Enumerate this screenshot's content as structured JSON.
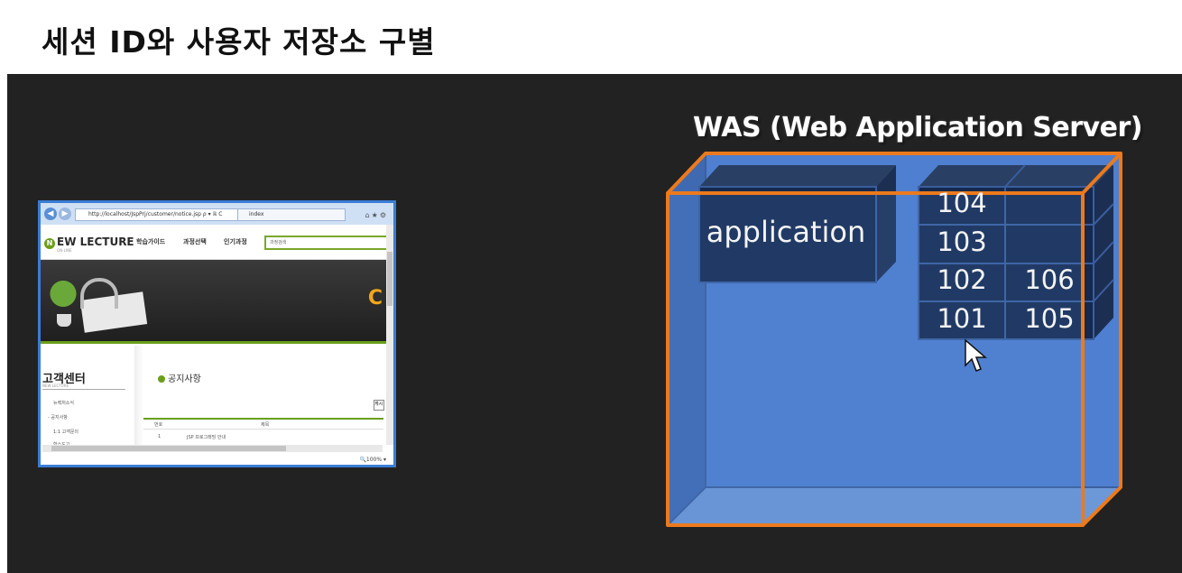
{
  "title": "세션 ID와 사용자 저장소 구별",
  "was": {
    "title": "WAS (Web Application Server)",
    "application_label": "application",
    "grid": [
      {
        "left": "104",
        "right": ""
      },
      {
        "left": "103",
        "right": ""
      },
      {
        "left": "102",
        "right": "106"
      },
      {
        "left": "101",
        "right": "105"
      }
    ]
  },
  "browser": {
    "url": "http://localhost/JspPrj/customer/notice.jsp",
    "url_controls": "ρ ▾ ℝ C",
    "tab_title": "index",
    "logo": "EW LECTURE",
    "logo_sub": "ON-LINE",
    "logo_mark": "N",
    "nav": [
      "학습가이드",
      "과정선택",
      "인기과정"
    ],
    "search_placeholder": "과정검색",
    "banner_letter": "C",
    "sidebar_title": "고객센터",
    "sidebar_sub": "NEW LECTURE",
    "sidebar_items": [
      "뉴렉처소식",
      "- 공지사항",
      "1:1 고객문의",
      "학스도고"
    ],
    "content_title": "공지사항",
    "content_button": "게시",
    "table_headers": [
      "번호",
      "제목"
    ],
    "table_rows": [
      {
        "num": "1",
        "title": "JSP 프로그래밍 안내"
      }
    ],
    "zoom": "100%"
  },
  "colors": {
    "stage": "#222222",
    "box_fill": "#4a78c4",
    "box_outline": "#ec7a1c",
    "cell_fill": "#15294d",
    "cell_border": "#3a5e9e"
  }
}
